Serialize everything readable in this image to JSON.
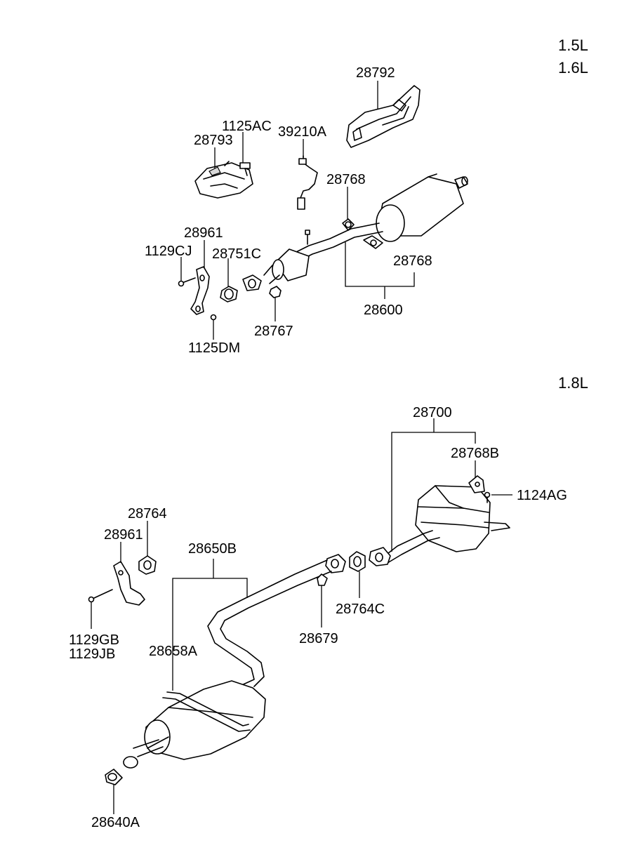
{
  "engine_labels": [
    "1.5L",
    "1.6L",
    "1.8L"
  ],
  "parts_upper": {
    "heat_protector_rear": "28792",
    "bolt_1125ac": "1125AC",
    "heat_protector_front": "28793",
    "oxygen_sensor": "39210A",
    "hanger_rubber_a": "28768",
    "stay": "28961",
    "bolt_1129cj": "1129CJ",
    "gasket": "28751C",
    "hanger_rubber_b": "28768",
    "muffler_assy": "28600",
    "nut": "28767",
    "bolt_1125dm": "1125DM"
  },
  "parts_lower": {
    "muffler_assy_rear": "28700",
    "hanger_bracket": "28768B",
    "bolt_1124ag": "1124AG",
    "gasket_28764": "28764",
    "stay_28961": "28961",
    "center_muffler": "28650B",
    "bolt_1129gb": "1129GB",
    "bolt_1129jb": "1129JB",
    "bracket_28658a": "28658A",
    "hanger_28679": "28679",
    "gasket_28764c": "28764C",
    "clamp_28640a": "28640A"
  }
}
